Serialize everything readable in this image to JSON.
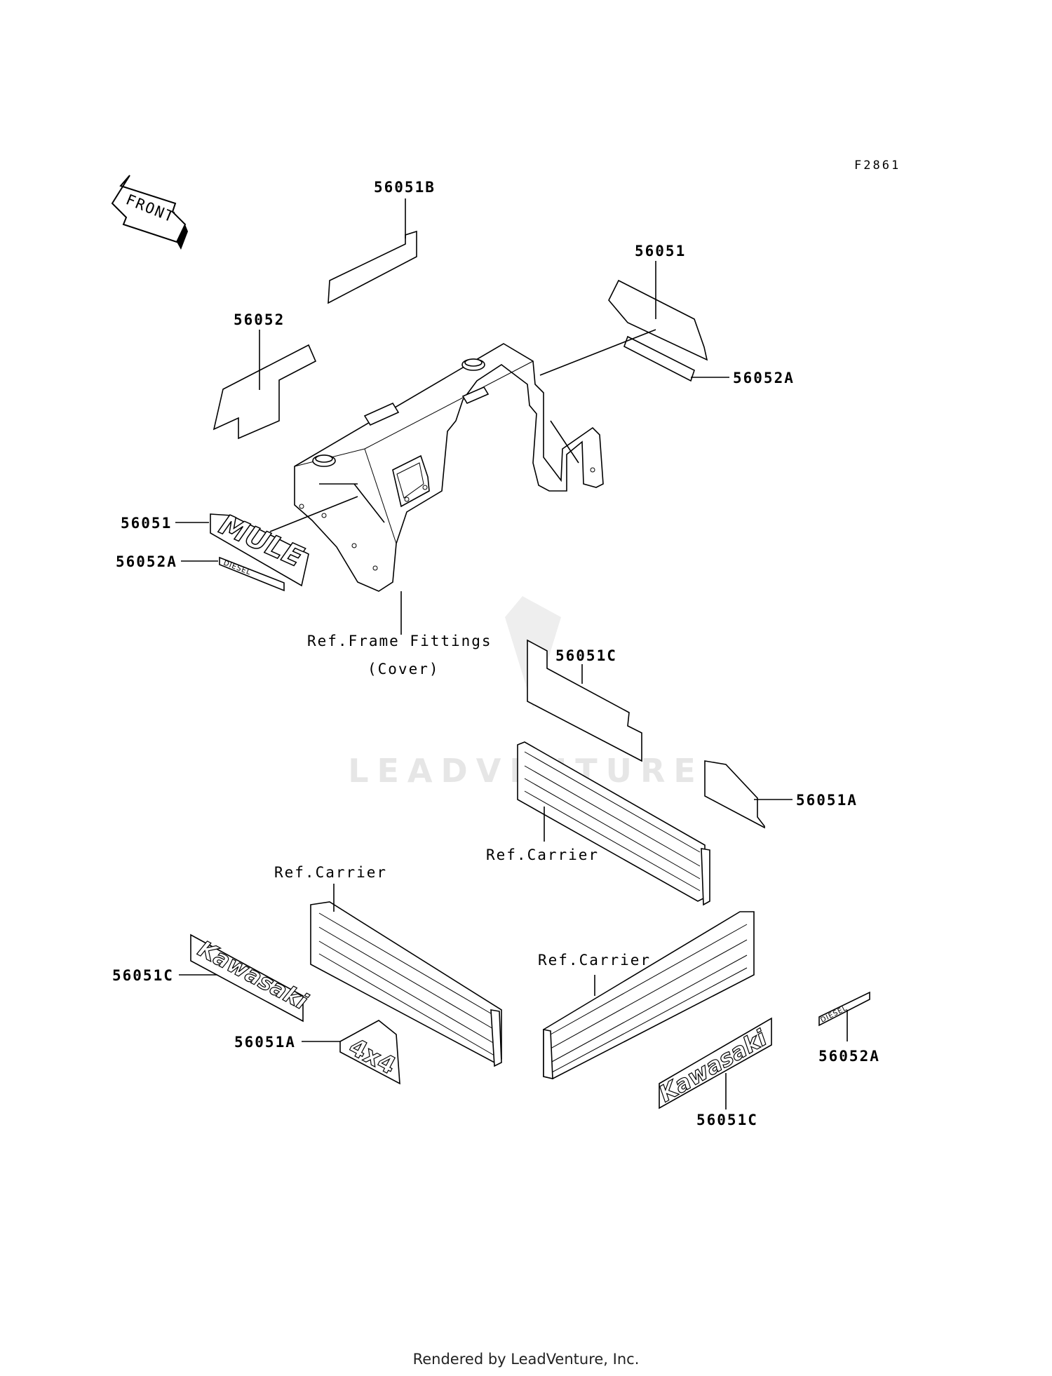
{
  "figure_id": "F2861",
  "front_label": "FRONT",
  "watermark": "LEADVENTURE",
  "footer": "Rendered by LeadVenture, Inc.",
  "callouts": {
    "top_56051b": "56051B",
    "top_56051": "56051",
    "top_56052": "56052",
    "top_56052a": "56052A",
    "mule_56051": "56051",
    "mule_56052a": "56052A",
    "mid_56051c": "56051C",
    "mid_56051a": "56051A",
    "left_56051c": "56051C",
    "left_56051a": "56051A",
    "right_56052a": "56052A",
    "right_56051c": "56051C"
  },
  "refs": {
    "frame_fittings": "Ref.Frame Fittings",
    "cover": "(Cover)",
    "carrier_center": "Ref.Carrier",
    "carrier_left": "Ref.Carrier",
    "carrier_right": "Ref.Carrier"
  },
  "logos": {
    "mule": "MULE",
    "kawasaki": "Kawasaki",
    "four_by_four": "4x4",
    "diesel": "DIESEL"
  }
}
